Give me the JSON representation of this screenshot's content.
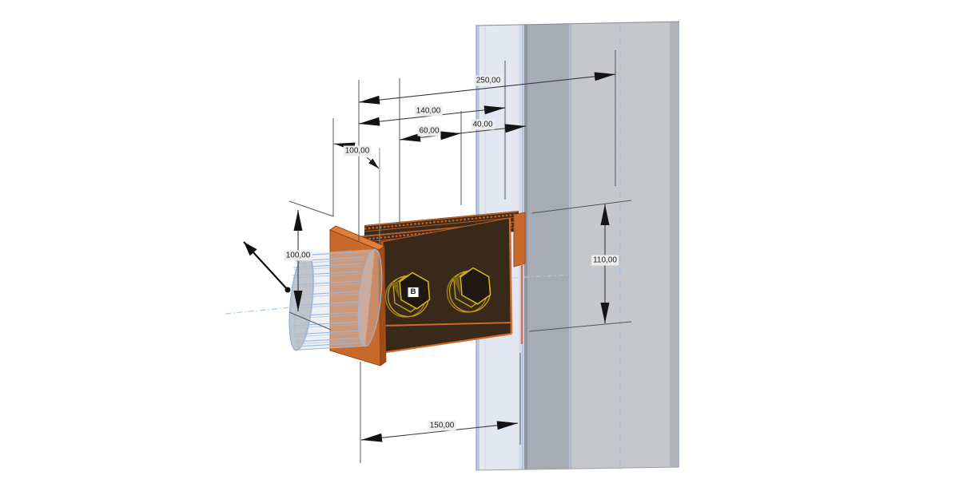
{
  "view": {
    "description_label": "3D connection detail with dimensions",
    "background": "#ffffff"
  },
  "dimensions": {
    "top_250": "250,00",
    "top_140": "140,00",
    "top_60": "60,00",
    "top_40": "40,00",
    "left_100": "100,00",
    "pipe_100": "100,00",
    "right_110": "110,00",
    "bottom_150": "150,00"
  },
  "labels": {
    "bolt_mark": "B"
  },
  "colors": {
    "plate_orange": "#c9682b",
    "plate_orange_light": "#de7f3a",
    "plate_orange_dark": "#a04d1a",
    "plate_dark_brown": "#39291b",
    "bolt_yellow": "#d8b91e",
    "column_pale_blue": "#e2e7f1",
    "column_mid_gray": "#a7acb4",
    "column_light_gray": "#c5c7ca",
    "centerline_blue": "#9fc4e8",
    "dimension_line": "#3a3a3a",
    "arrow_black": "#141414"
  }
}
